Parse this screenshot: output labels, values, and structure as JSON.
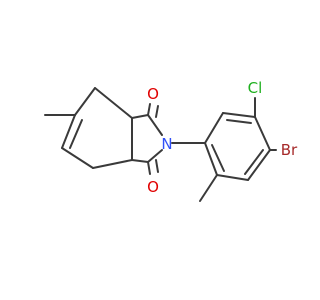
{
  "molecule": {
    "atoms": {
      "oxygen_top": {
        "symbol": "O",
        "color": "#e00000"
      },
      "oxygen_bottom": {
        "symbol": "O",
        "color": "#e00000"
      },
      "nitrogen": {
        "symbol": "N",
        "color": "#3050f8"
      },
      "chlorine": {
        "symbol": "Cl",
        "color": "#1fb01f"
      },
      "bromine": {
        "symbol": "Br",
        "color": "#a62929"
      }
    },
    "bond_color": "#3a3a3a"
  }
}
